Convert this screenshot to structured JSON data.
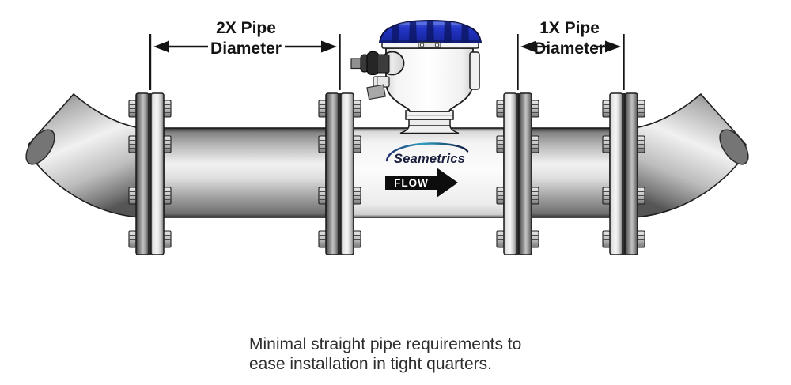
{
  "labels": {
    "dim_2x": {
      "line1": "2X Pipe",
      "line2": "Diameter"
    },
    "dim_1x": {
      "line1": "1X Pipe",
      "line2": "Diameter"
    }
  },
  "meter": {
    "brand": "Seametrics",
    "flow_label": "FLOW"
  },
  "caption": {
    "line1": "Minimal straight pipe requirements to",
    "line2": "ease installation in tight quarters."
  },
  "colors": {
    "cap_blue": "#2336c6",
    "cap_blue_dark": "#0d1768",
    "logo_navy": "#191e3c",
    "swoosh_teal": "#2f9fc0",
    "flow_arrow_black": "#0d0d0d",
    "dimension_line": "#141414",
    "pipe_gray_mid": "#b4b4b4",
    "pipe_white": "#fcfcfc"
  }
}
